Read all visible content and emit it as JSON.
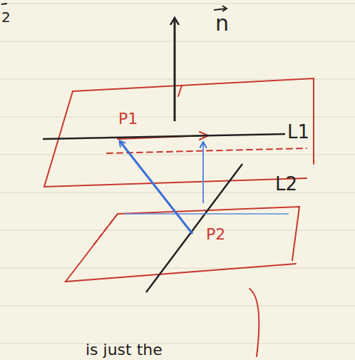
{
  "diagram": {
    "labels": [
      "2",
      "n",
      "P1",
      "L1",
      "L2",
      "P2",
      "is just the"
    ]
  }
}
